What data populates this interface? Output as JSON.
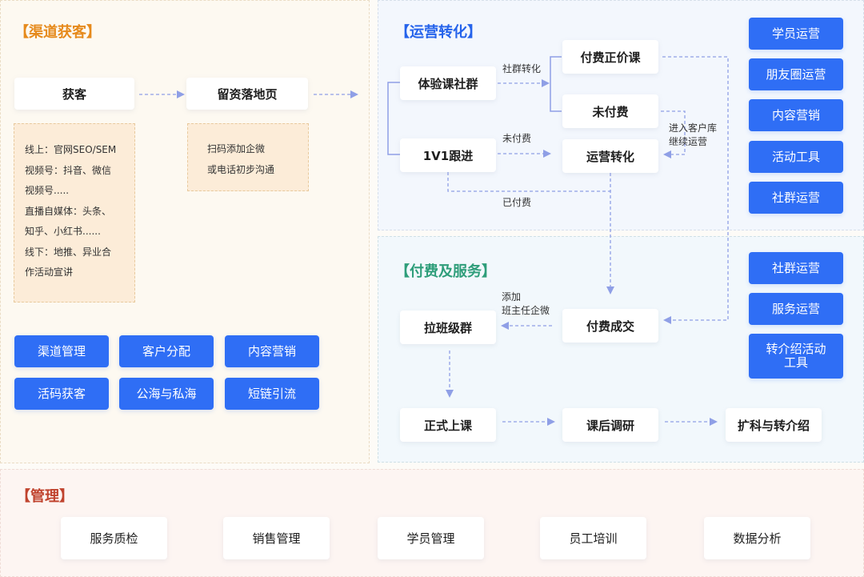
{
  "colors": {
    "channel_title": "#e68a1c",
    "ops_title": "#2563eb",
    "service_title": "#2f9e7a",
    "mgmt_title": "#c0432e",
    "button_blue": "#2f6ef5",
    "connector": "#8f9fe6"
  },
  "channel": {
    "title": "【渠道获客】",
    "nodes": {
      "acquire": "获客",
      "landing": "留资落地页"
    },
    "acquire_notes": [
      "线上：官网SEO/SEM",
      "视频号：抖音、微信",
      "视频号.....",
      "直播自媒体：头条、",
      "知乎、小红书......",
      "线下：地推、异业合",
      "作活动宣讲"
    ],
    "landing_notes": [
      "扫码添加企微",
      "或电话初步沟通"
    ],
    "tools": [
      "渠道管理",
      "客户分配",
      "内容营销",
      "活码获客",
      "公海与私海",
      "短链引流"
    ]
  },
  "ops": {
    "title": "【运营转化】",
    "nodes": {
      "trial_group": "体验课社群",
      "one_on_one": "1V1跟进",
      "paid_course": "付费正价课",
      "unpaid": "未付费",
      "ops_convert": "运营转化"
    },
    "labels": {
      "community_convert": "社群转化",
      "unpaid": "未付费",
      "paid": "已付费",
      "enter_pool_1": "进入客户库",
      "enter_pool_2": "继续运营"
    },
    "tools": [
      "学员运营",
      "朋友圈运营",
      "内容营销",
      "活动工具",
      "社群运营"
    ]
  },
  "service": {
    "title": "【付费及服务】",
    "nodes": {
      "class_group": "拉班级群",
      "paid_deal": "付费成交",
      "formal_class": "正式上课",
      "survey": "课后调研",
      "expand": "扩科与转介绍"
    },
    "labels": {
      "add_wecom_1": "添加",
      "add_wecom_2": "班主任企微"
    },
    "tools": [
      "社群运营",
      "服务运营",
      "转介绍活动工具"
    ]
  },
  "mgmt": {
    "title": "【管理】",
    "items": [
      "服务质检",
      "销售管理",
      "学员管理",
      "员工培训",
      "数据分析"
    ]
  }
}
